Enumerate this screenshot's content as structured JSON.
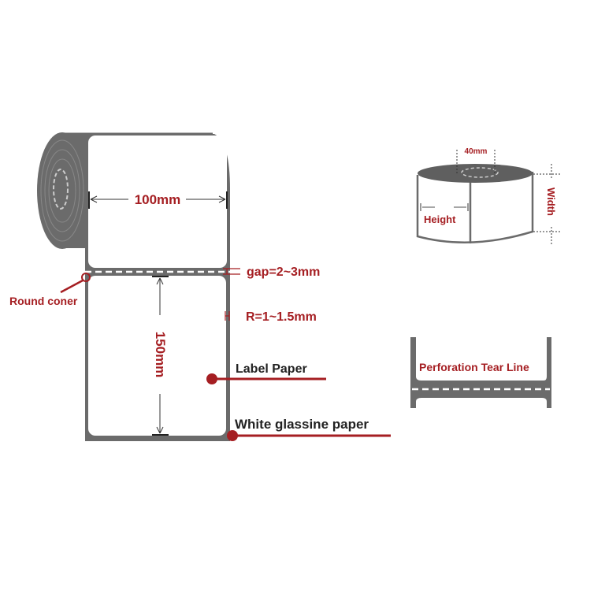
{
  "main_roll": {
    "width_label": "100mm",
    "length_label": "150mm",
    "gap_label": "gap=2~3mm",
    "radius_label": "R=1~1.5mm",
    "round_corner_label": "Round coner",
    "label_paper_label": "Label Paper",
    "backing_label": "White glassine paper"
  },
  "small_roll": {
    "core_label": "40mm",
    "height_label": "Height",
    "width_label": "Width"
  },
  "perforation": {
    "label": "Perforation Tear Line"
  },
  "colors": {
    "accent": "#a51e22",
    "gray": "#6b6b6b"
  }
}
